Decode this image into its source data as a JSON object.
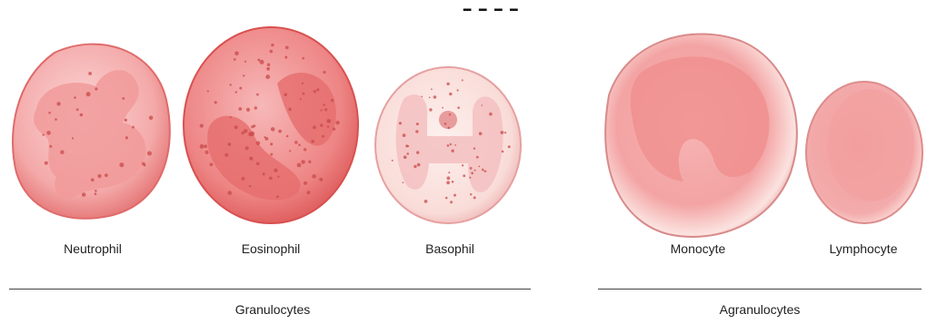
{
  "cells": [
    {
      "name": "Neutrophil"
    },
    {
      "name": "Eosinophil"
    },
    {
      "name": "Basophil"
    },
    {
      "name": "Monocyte"
    },
    {
      "name": "Lymphocyte"
    }
  ],
  "groups": [
    {
      "label": "Granulocytes"
    },
    {
      "label": "Agranulocytes"
    }
  ],
  "colors": {
    "cytoplasm": "#f6b2b2",
    "cytoplasm_edge": "#e06a6a",
    "nucleus": "#ee8c8c",
    "granule": "#c94a4a",
    "rule": "#444444"
  }
}
